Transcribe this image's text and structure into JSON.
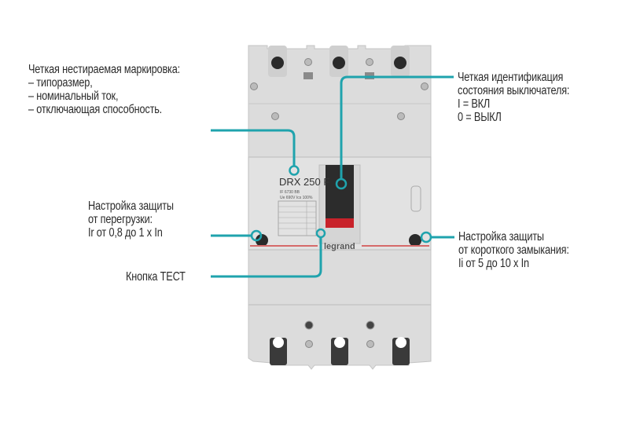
{
  "device": {
    "brand": "legrand",
    "model": "DRX 250 F",
    "spec_line_1": "IF 6730 BB",
    "spec_line_2": "Ue 690V  Ics 100%",
    "accent_color": "#1fa3ad",
    "stripe_color": "#d66a6a"
  },
  "callouts": {
    "marking": {
      "lines": [
        "Четкая нестираемая маркировка:",
        "– типоразмер,",
        "– номинальный ток,",
        "– отключающая способность."
      ]
    },
    "status": {
      "lines": [
        "Четкая идентификация",
        "состояния выключателя:",
        "I = ВКЛ",
        "0 = ВЫКЛ"
      ]
    },
    "overload": {
      "lines": [
        "Настройка защиты",
        "от перегрузки:",
        "Ir от 0,8 до 1 х In"
      ]
    },
    "test": {
      "lines": [
        "Кнопка ТЕСТ"
      ]
    },
    "short_circuit": {
      "lines": [
        "Настройка защиты",
        "от короткого замыкания:",
        "Ii от 5 до 10 х In"
      ]
    }
  }
}
